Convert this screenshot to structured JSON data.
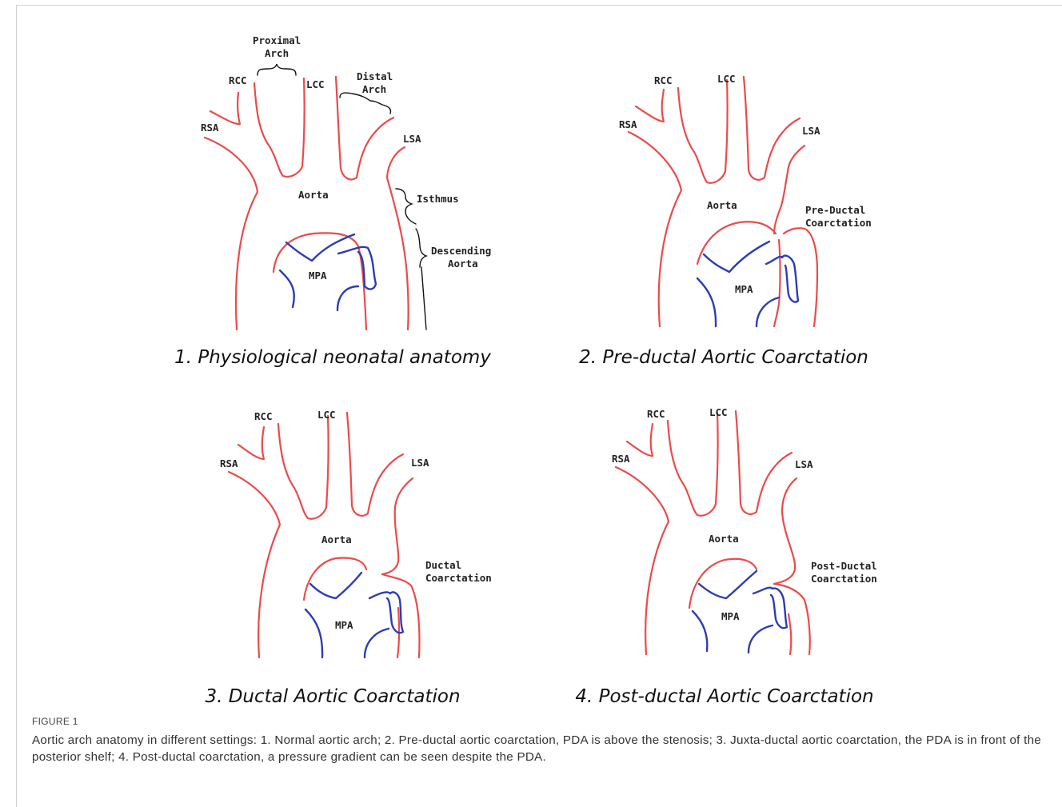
{
  "figure": {
    "label": "FIGURE 1",
    "caption": "Aortic arch anatomy in different settings: 1. Normal aortic arch; 2. Pre-ductal aortic coarctation, PDA is above the stenosis; 3. Juxta-ductal aortic coarctation, the PDA is in front of the posterior shelf; 4. Post-ductal coarctation, a pressure gradient can be seen despite the PDA."
  },
  "panels": [
    {
      "title": "1. Physiological neonatal anatomy",
      "labels": {
        "rsa": "RSA",
        "rcc": "RCC",
        "lcc": "LCC",
        "lsa": "LSA",
        "aorta": "Aorta",
        "mpa": "MPA",
        "proximal_1": "Proximal",
        "proximal_2": "Arch",
        "distal_1": "Distal",
        "distal_2": "Arch",
        "isthmus": "Isthmus",
        "descending_1": "Descending",
        "descending_2": "Aorta"
      }
    },
    {
      "title": "2. Pre-ductal Aortic Coarctation",
      "labels": {
        "rsa": "RSA",
        "rcc": "RCC",
        "lcc": "LCC",
        "lsa": "LSA",
        "aorta": "Aorta",
        "mpa": "MPA",
        "note_1": "Pre-Ductal",
        "note_2": "Coarctation"
      }
    },
    {
      "title": "3. Ductal Aortic Coarctation",
      "labels": {
        "rsa": "RSA",
        "rcc": "RCC",
        "lcc": "LCC",
        "lsa": "LSA",
        "aorta": "Aorta",
        "mpa": "MPA",
        "note_1": "Ductal",
        "note_2": "Coarctation"
      }
    },
    {
      "title": "4. Post-ductal Aortic Coarctation",
      "labels": {
        "rsa": "RSA",
        "rcc": "RCC",
        "lcc": "LCC",
        "lsa": "LSA",
        "aorta": "Aorta",
        "mpa": "MPA",
        "note_1": "Post-Ductal",
        "note_2": "Coarctation"
      }
    }
  ]
}
